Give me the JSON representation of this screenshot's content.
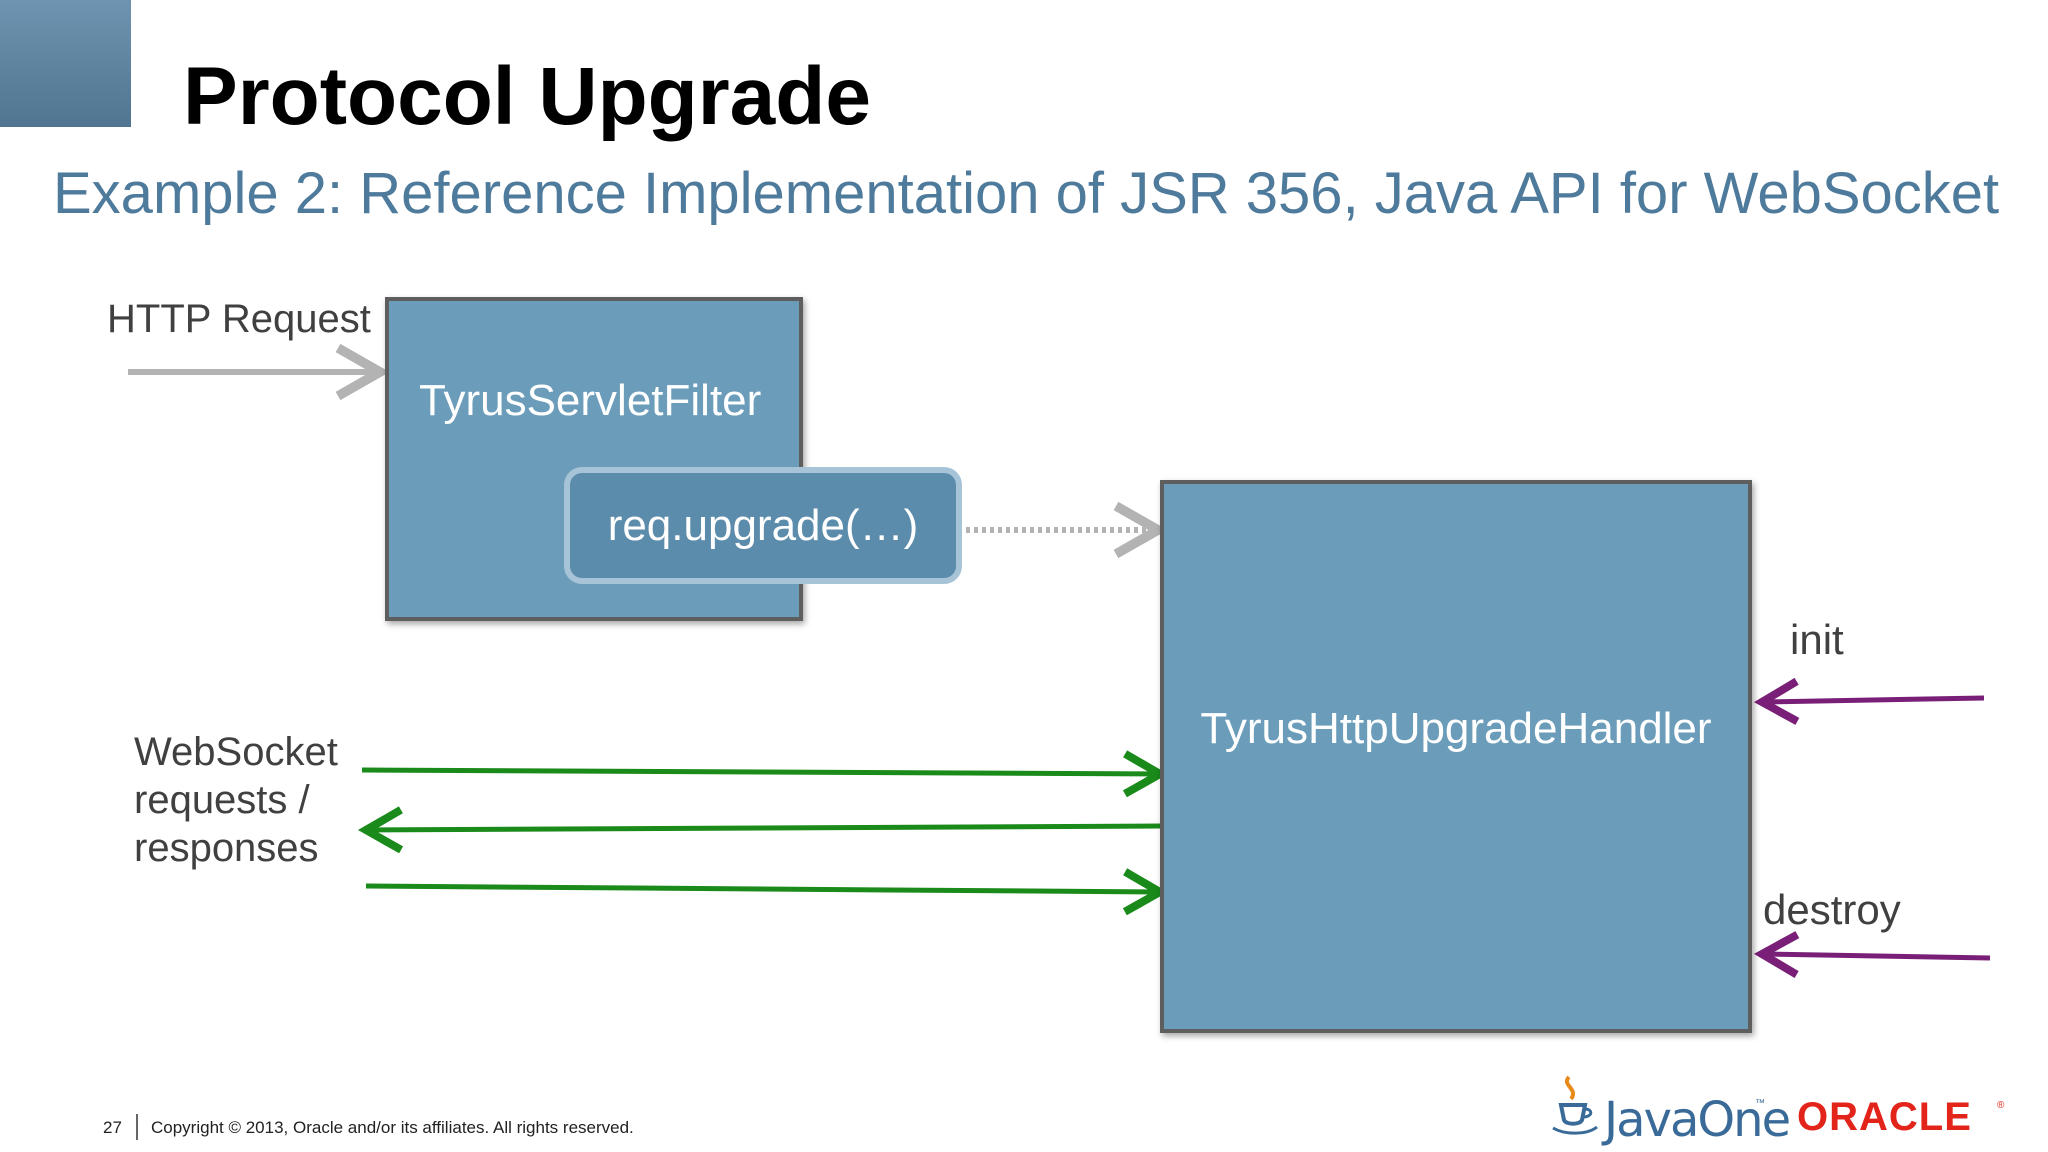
{
  "slide": {
    "title": "Protocol Upgrade",
    "subtitle": "Example 2: Reference Implementation of JSR 356, Java API for WebSocket"
  },
  "diagram": {
    "http_request_label": "HTTP Request",
    "servlet_filter_label": "TyrusServletFilter",
    "upgrade_call_label": "req.upgrade(…)",
    "upgrade_handler_label": "TyrusHttpUpgradeHandler",
    "websocket_label_line1": "WebSocket",
    "websocket_label_line2": "requests /",
    "websocket_label_line3": "responses",
    "init_label": "init",
    "destroy_label": "destroy",
    "colors": {
      "box_fill": "#6b9dba",
      "box_border": "#5e5e5e",
      "ws_arrow": "#1a8a1a",
      "lifecycle_arrow": "#7a1f78",
      "request_arrow": "#b3b3b3"
    }
  },
  "footer": {
    "page_number": "27",
    "copyright": "Copyright © 2013, Oracle and/or its affiliates. All rights reserved.",
    "javaone_logo": "JavaOne",
    "javaone_tm": "™",
    "oracle_logo": "ORACLE",
    "oracle_r": "®"
  }
}
